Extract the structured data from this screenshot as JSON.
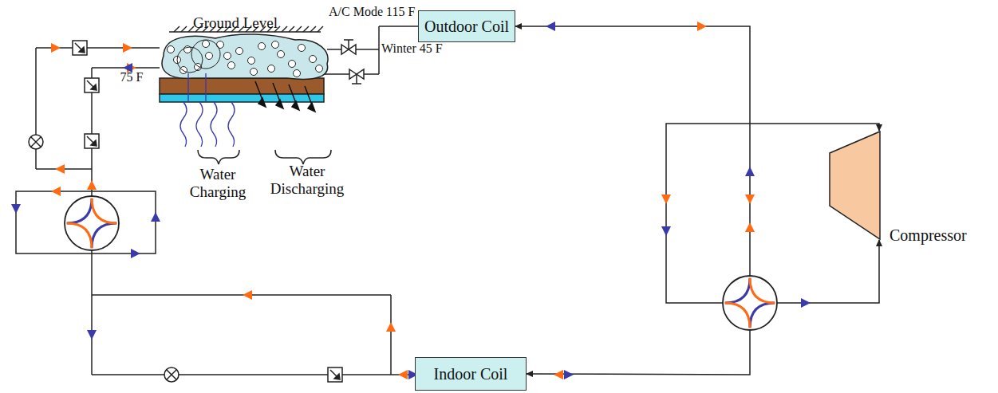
{
  "diagram": {
    "nodes": [
      {
        "text": [
          "Outdoor Coil"
        ]
      },
      {
        "text": [
          "Indoor Coil"
        ]
      },
      {
        "text": [
          "Compressor"
        ]
      }
    ],
    "edges": [
      {
        "from": 0,
        "to": 2,
        "arrow": "both"
      },
      {
        "from": 2,
        "to": 1,
        "arrow": "both"
      }
    ],
    "labels": [
      "Ground Level",
      "A/C Mode 115 F",
      "Winter 45 F",
      "75 F",
      "Water Charging",
      "Water Discharging"
    ]
  }
}
